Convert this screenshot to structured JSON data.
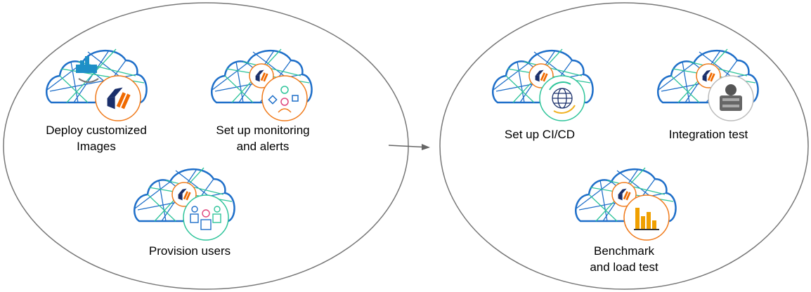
{
  "colors": {
    "cloud_outline": "#1f6fc9",
    "cloud_mesh_green": "#2ec49a",
    "ring_orange": "#f07a1a",
    "ring_green": "#2ec49a",
    "ring_gray": "#bbbbbb",
    "logo_navy": "#1a2f6b",
    "logo_orange": "#f06a00",
    "ellipse": "#777777"
  },
  "left_group": {
    "items": [
      {
        "label_lines": [
          "Deploy customized",
          "Images"
        ],
        "icon": "docker-whale-icon"
      },
      {
        "label_lines": [
          "Set up monitoring",
          "and alerts"
        ],
        "icon": "monitoring-icon"
      },
      {
        "label_lines": [
          "Provision users"
        ],
        "icon": "users-icon"
      }
    ]
  },
  "right_group": {
    "items": [
      {
        "label_lines": [
          "Set up CI/CD"
        ],
        "icon": "cicd-globe-icon"
      },
      {
        "label_lines": [
          "Integration test"
        ],
        "icon": "chaos-monkey-icon"
      },
      {
        "label_lines": [
          "Benchmark",
          "and load test"
        ],
        "icon": "bar-chart-icon"
      }
    ]
  },
  "arrow": {
    "direction": "left-to-right"
  }
}
